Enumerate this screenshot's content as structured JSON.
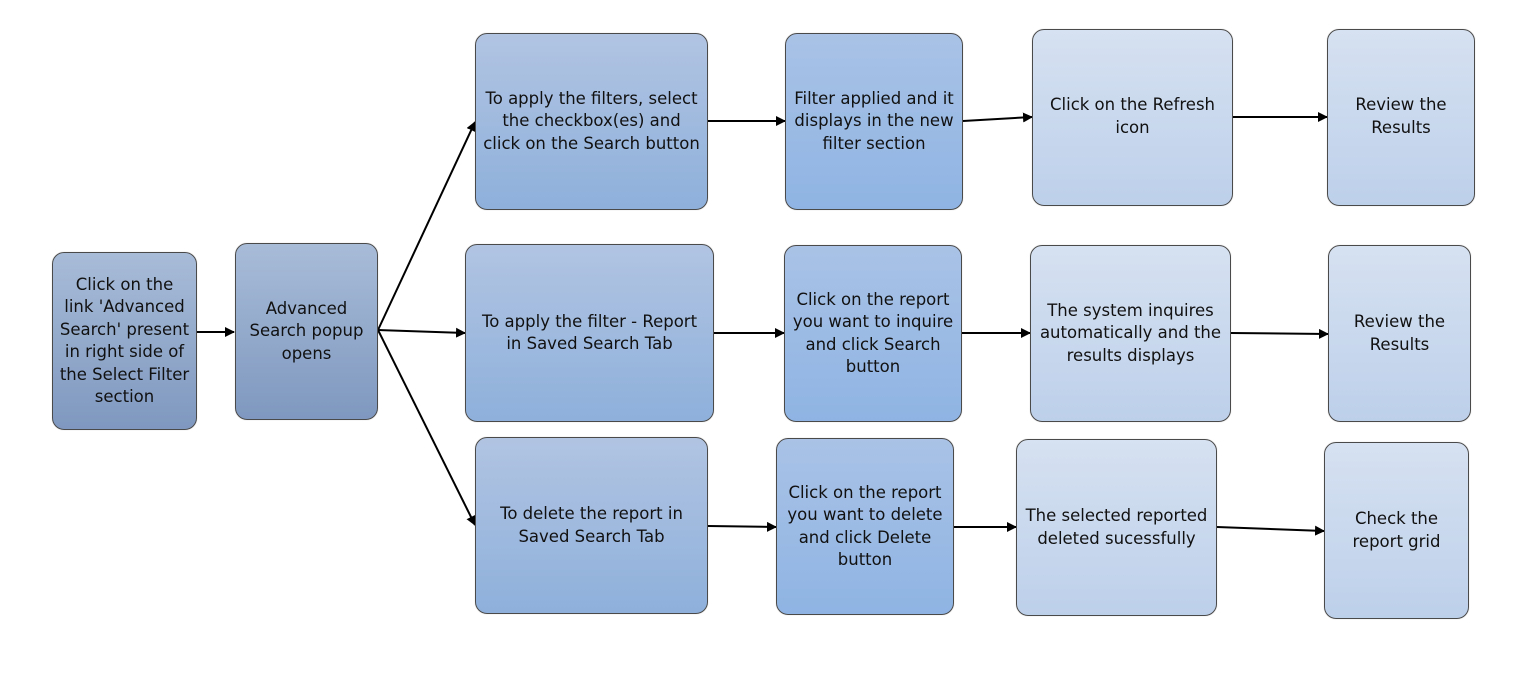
{
  "diagram": {
    "nodes": [
      {
        "id": "start",
        "style": "dark",
        "label": "Click on the link 'Advanced Search' present in right side of the Select Filter section"
      },
      {
        "id": "popup",
        "style": "dark",
        "label": "Advanced Search popup opens"
      },
      {
        "id": "r1c1",
        "style": "mid",
        "label": "To apply the filters, select the checkbox(es) and click on the Search button"
      },
      {
        "id": "r1c2",
        "style": "blue",
        "label": "Filter applied and it displays in the new filter section"
      },
      {
        "id": "r1c3",
        "style": "light",
        "label": "Click on the Refresh icon"
      },
      {
        "id": "r1c4",
        "style": "light",
        "label": "Review the Results"
      },
      {
        "id": "r2c1",
        "style": "mid",
        "label": "To apply the filter - Report in Saved Search Tab"
      },
      {
        "id": "r2c2",
        "style": "blue",
        "label": "Click on the report you want to inquire and click Search button"
      },
      {
        "id": "r2c3",
        "style": "light",
        "label": "The system inquires automatically and the results displays"
      },
      {
        "id": "r2c4",
        "style": "light",
        "label": "Review the Results"
      },
      {
        "id": "r3c1",
        "style": "mid",
        "label": "To delete the report in Saved Search Tab"
      },
      {
        "id": "r3c2",
        "style": "blue",
        "label": "Click on the report you want to delete and click Delete button"
      },
      {
        "id": "r3c3",
        "style": "light",
        "label": "The selected reported deleted sucessfully"
      },
      {
        "id": "r3c4",
        "style": "light",
        "label": "Check the report grid"
      }
    ],
    "edges": [
      {
        "from": "start",
        "to": "popup"
      },
      {
        "from": "popup",
        "to": "r1c1"
      },
      {
        "from": "popup",
        "to": "r2c1"
      },
      {
        "from": "popup",
        "to": "r3c1"
      },
      {
        "from": "r1c1",
        "to": "r1c2"
      },
      {
        "from": "r1c2",
        "to": "r1c3"
      },
      {
        "from": "r1c3",
        "to": "r1c4"
      },
      {
        "from": "r2c1",
        "to": "r2c2"
      },
      {
        "from": "r2c2",
        "to": "r2c3"
      },
      {
        "from": "r2c3",
        "to": "r2c4"
      },
      {
        "from": "r3c1",
        "to": "r3c2"
      },
      {
        "from": "r3c2",
        "to": "r3c3"
      },
      {
        "from": "r3c3",
        "to": "r3c4"
      }
    ]
  }
}
